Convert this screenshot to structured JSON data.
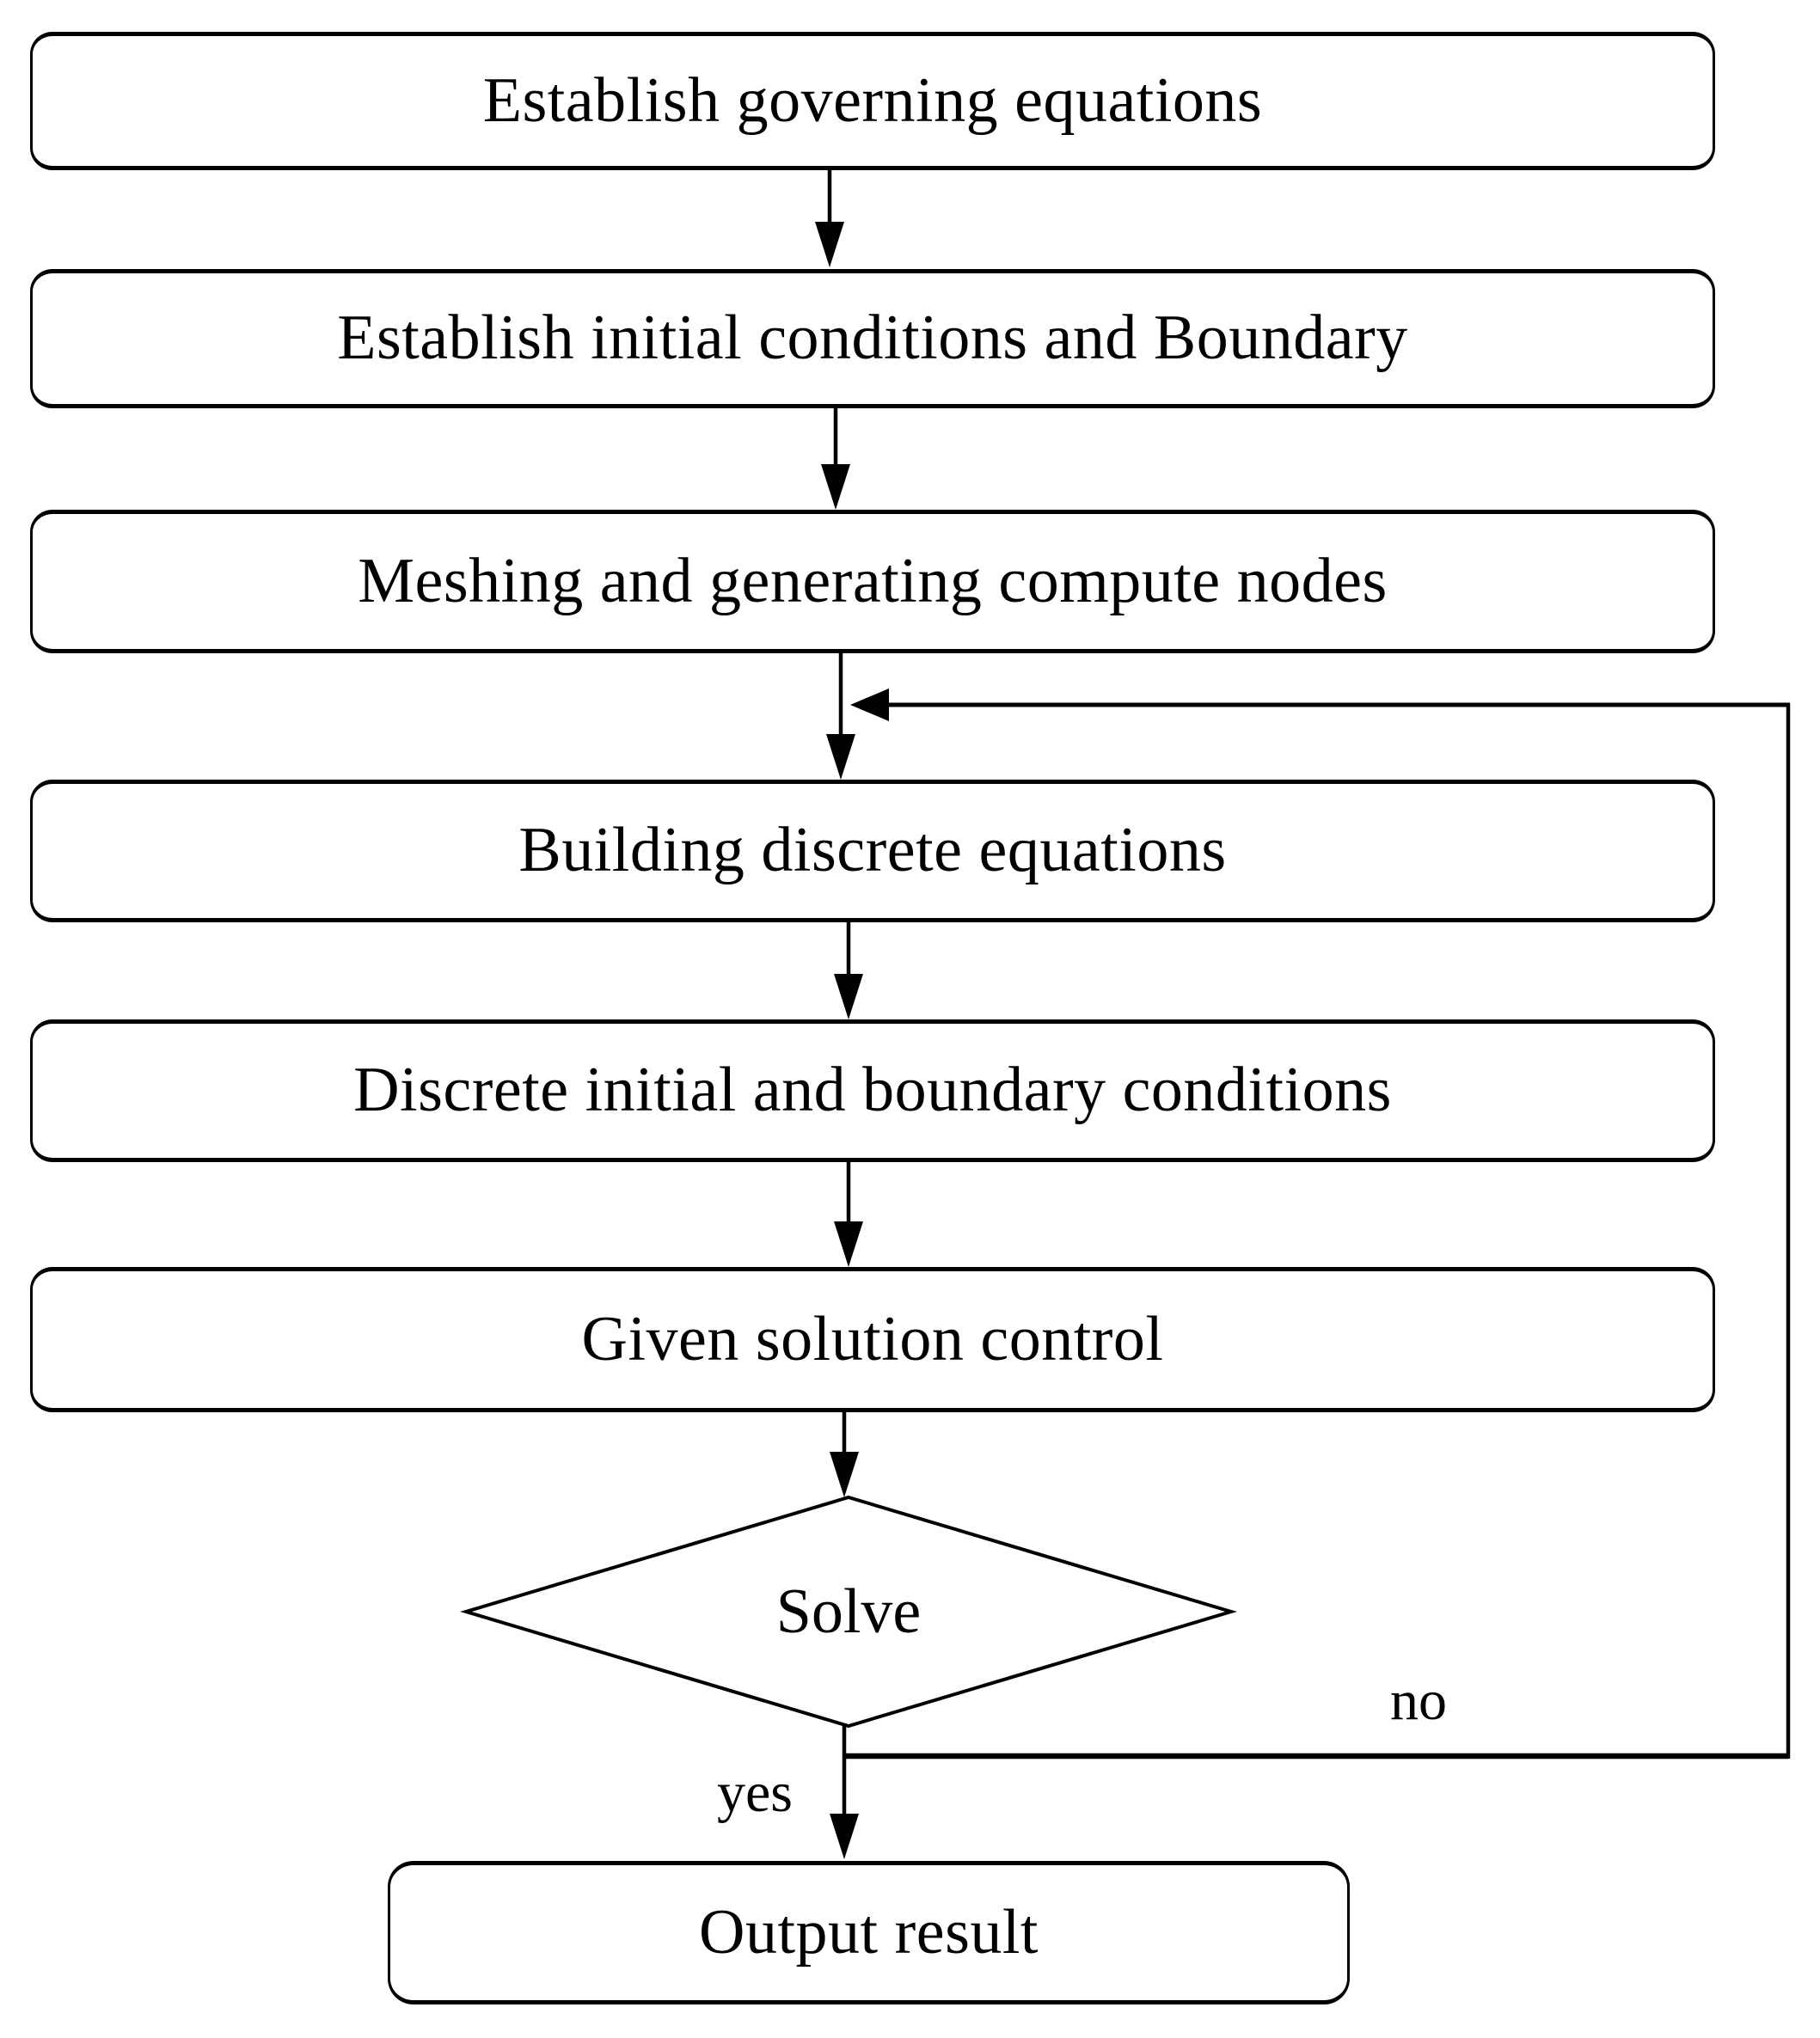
{
  "flowchart": {
    "type": "flowchart",
    "colors": {
      "line": "#000000",
      "node_fill": "#ffffff",
      "background": "#ffffff",
      "text": "#000000"
    },
    "nodes": [
      {
        "id": "step1",
        "shape": "rounded-rect",
        "label": "Establish governing equations"
      },
      {
        "id": "step2",
        "shape": "rounded-rect",
        "label": "Establish initial conditions and Boundary"
      },
      {
        "id": "step3",
        "shape": "rounded-rect",
        "label": "Meshing and generating compute nodes"
      },
      {
        "id": "step4",
        "shape": "rounded-rect",
        "label": "Building discrete equations"
      },
      {
        "id": "step5",
        "shape": "rounded-rect",
        "label": "Discrete initial and boundary conditions"
      },
      {
        "id": "step6",
        "shape": "rounded-rect",
        "label": "Given solution control"
      },
      {
        "id": "decision",
        "shape": "diamond",
        "label": "Solve"
      },
      {
        "id": "step7",
        "shape": "rounded-rect",
        "label": "Output result"
      }
    ],
    "edges": [
      {
        "from": "step1",
        "to": "step2",
        "label": ""
      },
      {
        "from": "step2",
        "to": "step3",
        "label": ""
      },
      {
        "from": "step3",
        "to": "step4",
        "label": ""
      },
      {
        "from": "step4",
        "to": "step5",
        "label": ""
      },
      {
        "from": "step5",
        "to": "step6",
        "label": ""
      },
      {
        "from": "step6",
        "to": "decision",
        "label": ""
      },
      {
        "from": "decision",
        "to": "step7",
        "label": "yes"
      },
      {
        "from": "decision",
        "to": "step4",
        "label": "no",
        "kind": "feedback-loop"
      }
    ],
    "edge_labels": {
      "yes": "yes",
      "no": "no"
    }
  }
}
